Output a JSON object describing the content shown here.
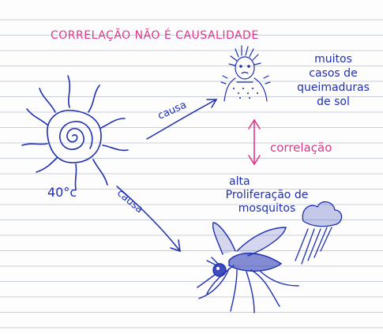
{
  "title": "CORRELAÇÃO NÃO É CAUSALIDADE",
  "labels": {
    "cause_top": "causa",
    "cause_bottom": "causa",
    "correlation": "correlação",
    "temperature": "40°c",
    "effect_top": [
      "muitos",
      "casos de",
      "queimaduras",
      "de sol"
    ],
    "effect_bottom": [
      "alta",
      "Proliferação de",
      "mosquitos"
    ]
  },
  "colors": {
    "pink_ink": "#e0358a",
    "blue_ink": "#1f2fb0",
    "paper_lines": "#c9cfd8"
  },
  "icons": {
    "sun": "sun-icon",
    "person": "sunburned-person-icon",
    "mosquito": "mosquito-icon",
    "rain_cloud": "rain-cloud-icon"
  }
}
